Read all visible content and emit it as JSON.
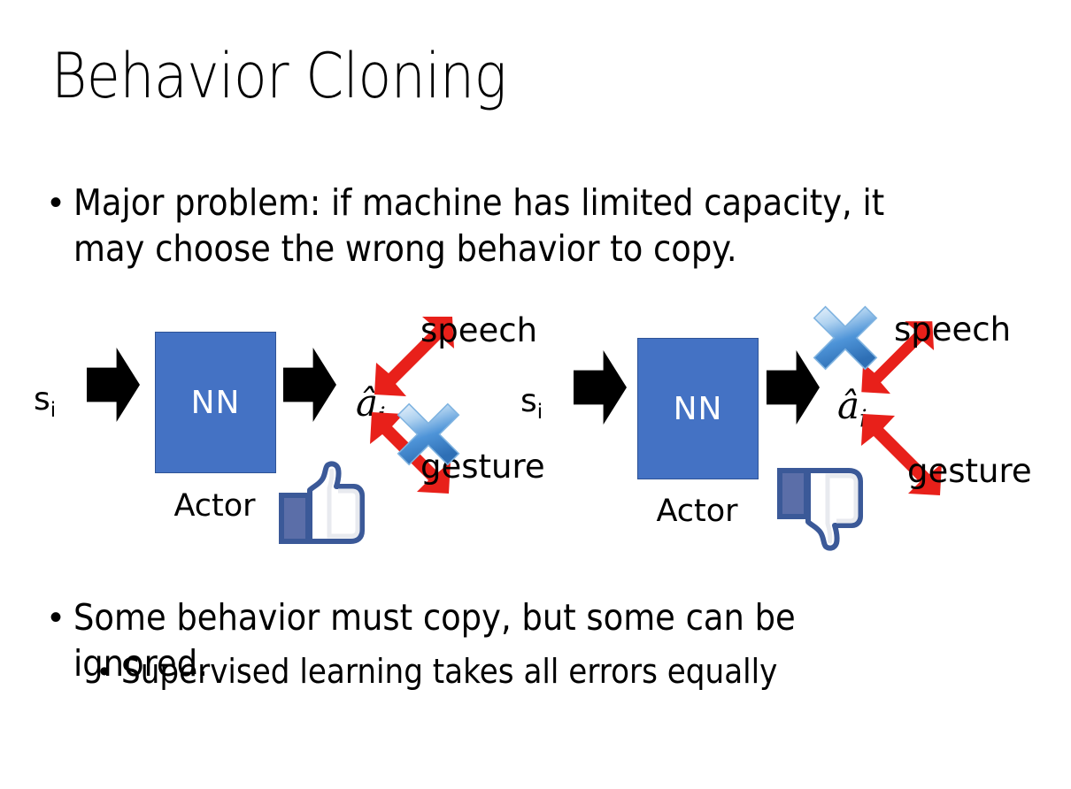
{
  "slide": {
    "title": "Behavior Cloning",
    "background_color": "#FFFFFF",
    "text_color": "#000000"
  },
  "bullets": [
    {
      "id": "problem",
      "level": 1,
      "marker": "•",
      "text": "Major problem: if machine has limited capacity, it may choose the wrong behavior to copy."
    },
    {
      "id": "copy",
      "level": 1,
      "marker": "•",
      "text": "Some behavior must copy, but some can be ignored."
    },
    {
      "id": "supervised",
      "level": 2,
      "marker": "•",
      "text": "Supervised learning takes all errors equally"
    }
  ],
  "diagrams": [
    {
      "id": "left",
      "input_label": "s",
      "input_subscript": "i",
      "box_label": "NN",
      "box_caption": "Actor",
      "box_color": "#4472C4",
      "box_border_color": "#2E5396",
      "box_text_color": "#FFFFFF",
      "output_label": "â",
      "output_subscript": "i",
      "branches": [
        {
          "name": "speech",
          "label": "speech",
          "direction": "up-right",
          "marked_wrong": false
        },
        {
          "name": "gesture",
          "label": "gesture",
          "direction": "down-right",
          "marked_wrong": true
        }
      ],
      "verdict_icon": "thumbs-up-icon",
      "arrow_color": "#E8201A",
      "cross_color": "#5B9BD5",
      "thumb_color": "#3B5998"
    },
    {
      "id": "right",
      "input_label": "s",
      "input_subscript": "i",
      "box_label": "NN",
      "box_caption": "Actor",
      "box_color": "#4472C4",
      "box_border_color": "#2E5396",
      "box_text_color": "#FFFFFF",
      "output_label": "â",
      "output_subscript": "i",
      "branches": [
        {
          "name": "speech",
          "label": "speech",
          "direction": "up-right",
          "marked_wrong": true
        },
        {
          "name": "gesture",
          "label": "gesture",
          "direction": "down-right",
          "marked_wrong": false
        }
      ],
      "verdict_icon": "thumbs-down-icon",
      "arrow_color": "#E8201A",
      "cross_color": "#5B9BD5",
      "thumb_color": "#3B5998"
    }
  ]
}
